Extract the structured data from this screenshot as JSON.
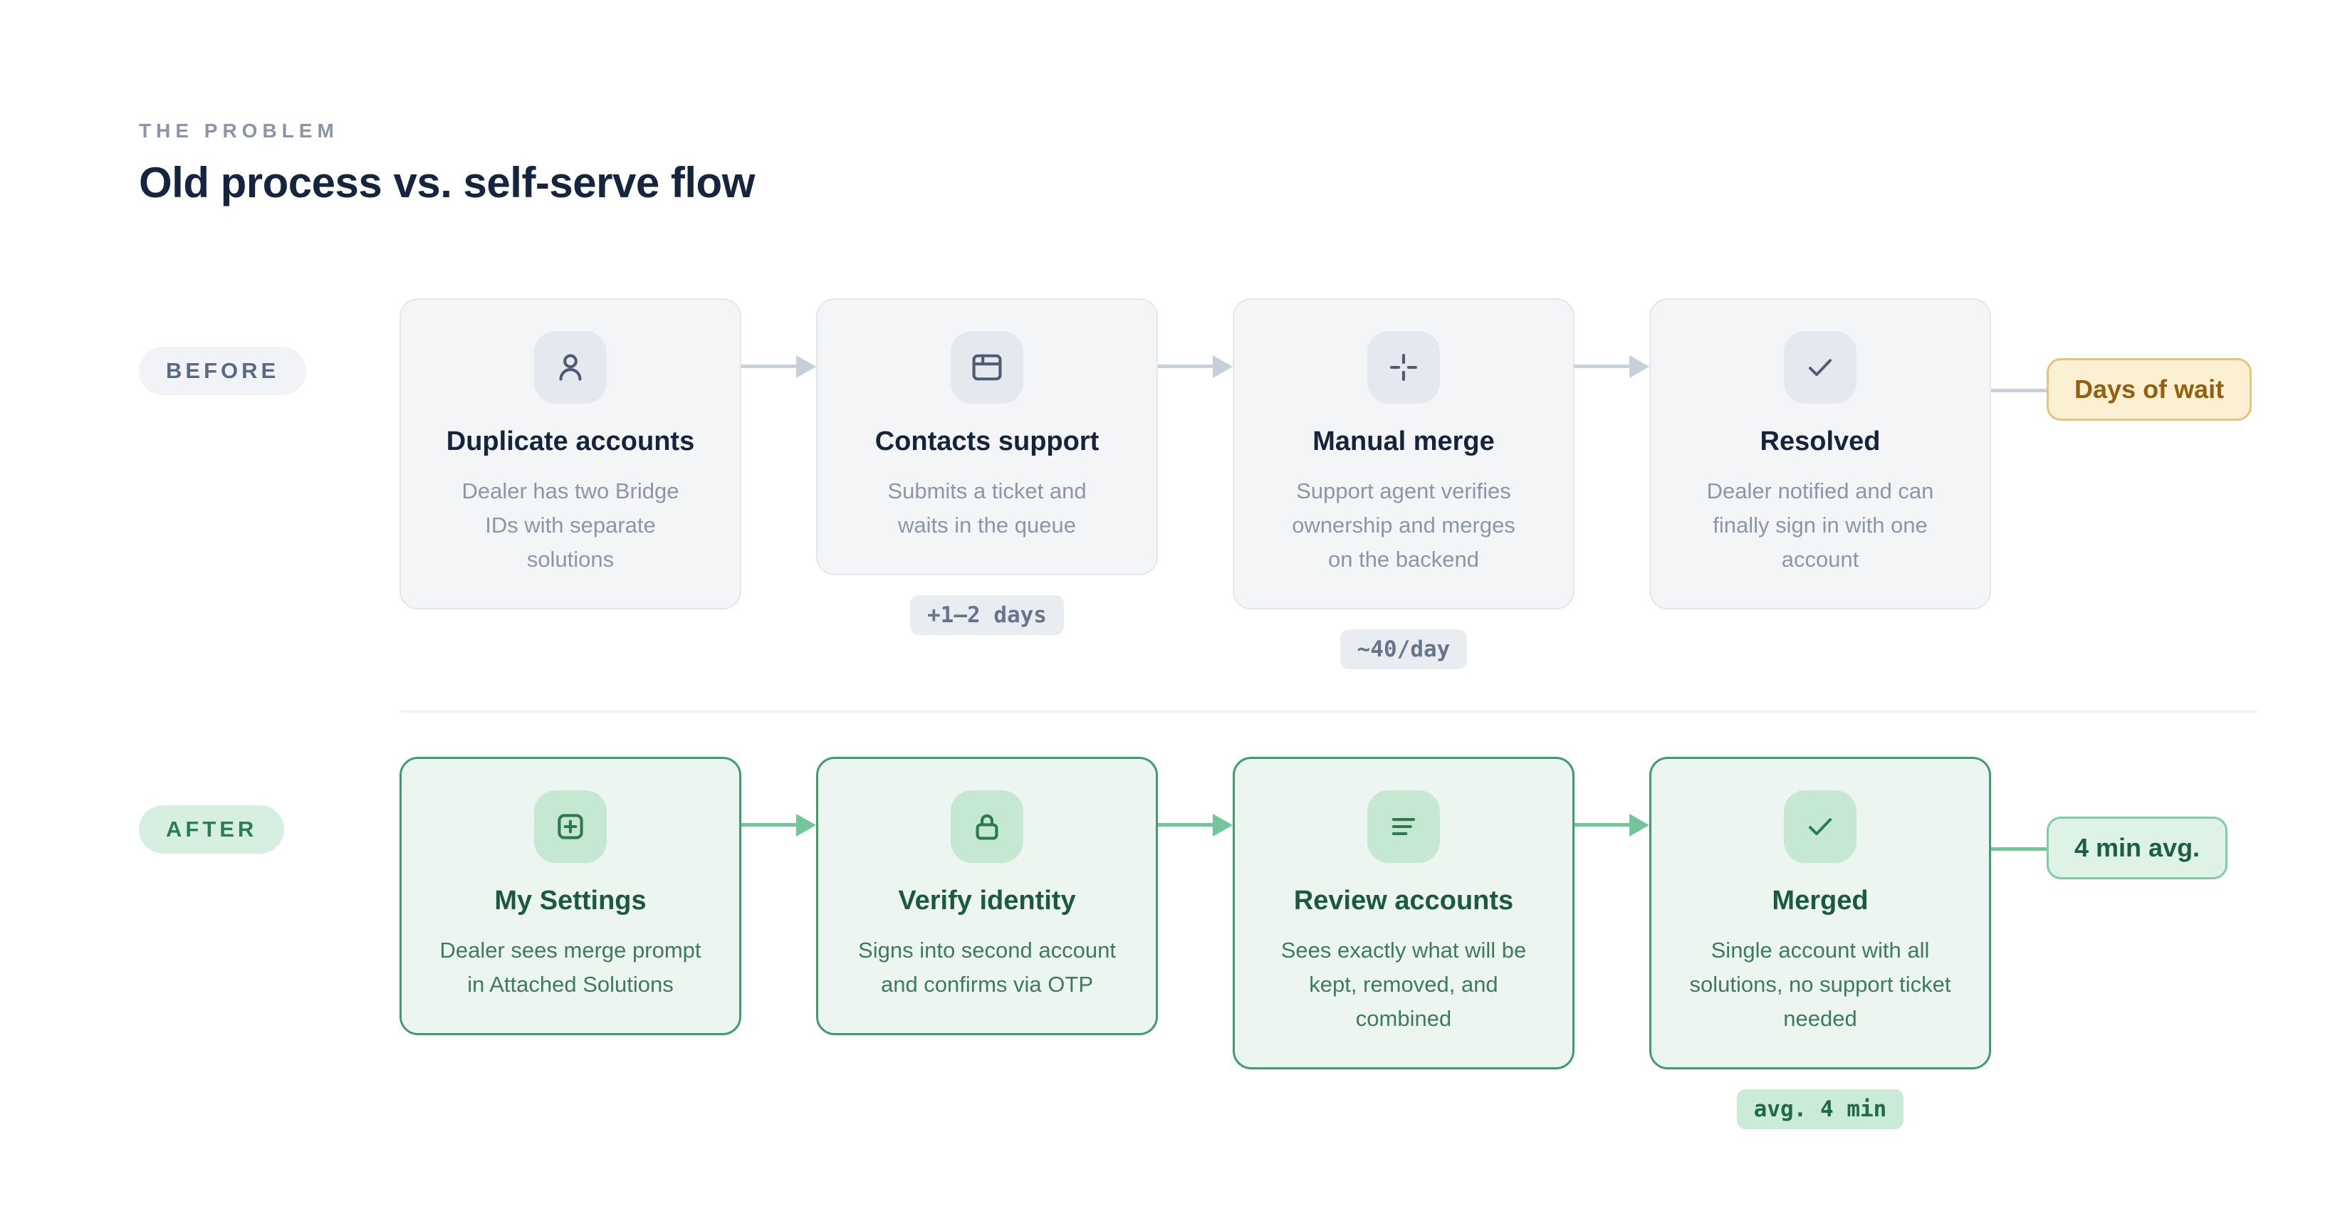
{
  "header": {
    "eyebrow": "THE PROBLEM",
    "title": "Old process vs. self-serve flow"
  },
  "palette": {
    "title_navy": "#16253f",
    "eyebrow_gray": "#8a95a7",
    "before_card_bg": "#f4f5f7",
    "before_icon_stroke": "#4d5b73",
    "before_body_gray": "#8b96a7",
    "gray_arrow": "#c7cfdb",
    "after_card_bg": "#edf5f0",
    "after_border_green": "#3f9d6c",
    "after_title_green": "#1a5a3e",
    "after_body_green": "#3c7c5d",
    "green_arrow": "#73c69b",
    "amber_badge_bg": "#fcf0d3",
    "amber_badge_text": "#935f10",
    "green_badge_bg": "#def3e6",
    "green_badge_text": "#1c5f42"
  },
  "rows": [
    {
      "id": "before",
      "label": "BEFORE",
      "steps": [
        {
          "icon": "user-icon",
          "title": "Duplicate accounts",
          "description": "Dealer has two Bridge IDs with separate solutions"
        },
        {
          "icon": "ticket-icon",
          "title": "Contacts support",
          "description": "Submits a ticket and waits in the queue",
          "badge": "+1–2 days"
        },
        {
          "icon": "crosshair-icon",
          "title": "Manual merge",
          "description": "Support agent verifies ownership and merges on the backend",
          "badge": "~40/day"
        },
        {
          "icon": "check-icon",
          "title": "Resolved",
          "description": "Dealer notified and can finally sign in with one account"
        }
      ],
      "end_badge": "Days of wait"
    },
    {
      "id": "after",
      "label": "AFTER",
      "steps": [
        {
          "icon": "square-plus-icon",
          "title": "My Settings",
          "description": "Dealer sees merge prompt in Attached Solutions"
        },
        {
          "icon": "lock-icon",
          "title": "Verify identity",
          "description": "Signs into second account and confirms via OTP"
        },
        {
          "icon": "align-left-icon",
          "title": "Review accounts",
          "description": "Sees exactly what will be kept, removed, and combined"
        },
        {
          "icon": "check-icon",
          "title": "Merged",
          "description": "Single account with all solutions, no support ticket needed",
          "badge": "avg. 4 min"
        }
      ],
      "end_badge": "4 min avg."
    }
  ]
}
